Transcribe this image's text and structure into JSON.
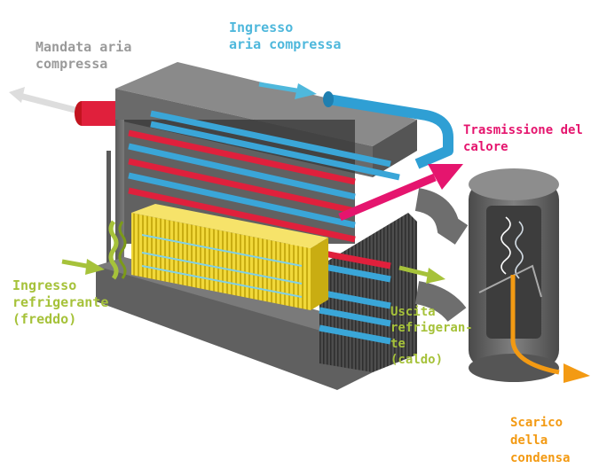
{
  "labels": {
    "mandata": [
      "Mandata aria",
      "compressa"
    ],
    "ingresso_aria": [
      "Ingresso",
      "aria compressa"
    ],
    "trasmissione": [
      "Trasmissione del",
      "calore"
    ],
    "ingresso_refrigerante": [
      "Ingresso",
      "refrigerante",
      "(freddo)"
    ],
    "uscita_refrigerante": [
      "Uscita",
      "refrigeran-",
      "te",
      "(caldo)"
    ],
    "scarico": [
      "Scarico",
      "della",
      "condensa"
    ]
  },
  "colors": {
    "gray_label": "#9a9a9a",
    "air_in": "#4fb8dc",
    "heat": "#e5156e",
    "refrigerant": "#a6c23a",
    "condensate": "#f39a13",
    "hot_pipe": "#e0203c",
    "cold_pipe": "#3aa6d8",
    "fins": "#e8cf2a",
    "frame": "#6b6b6b"
  }
}
